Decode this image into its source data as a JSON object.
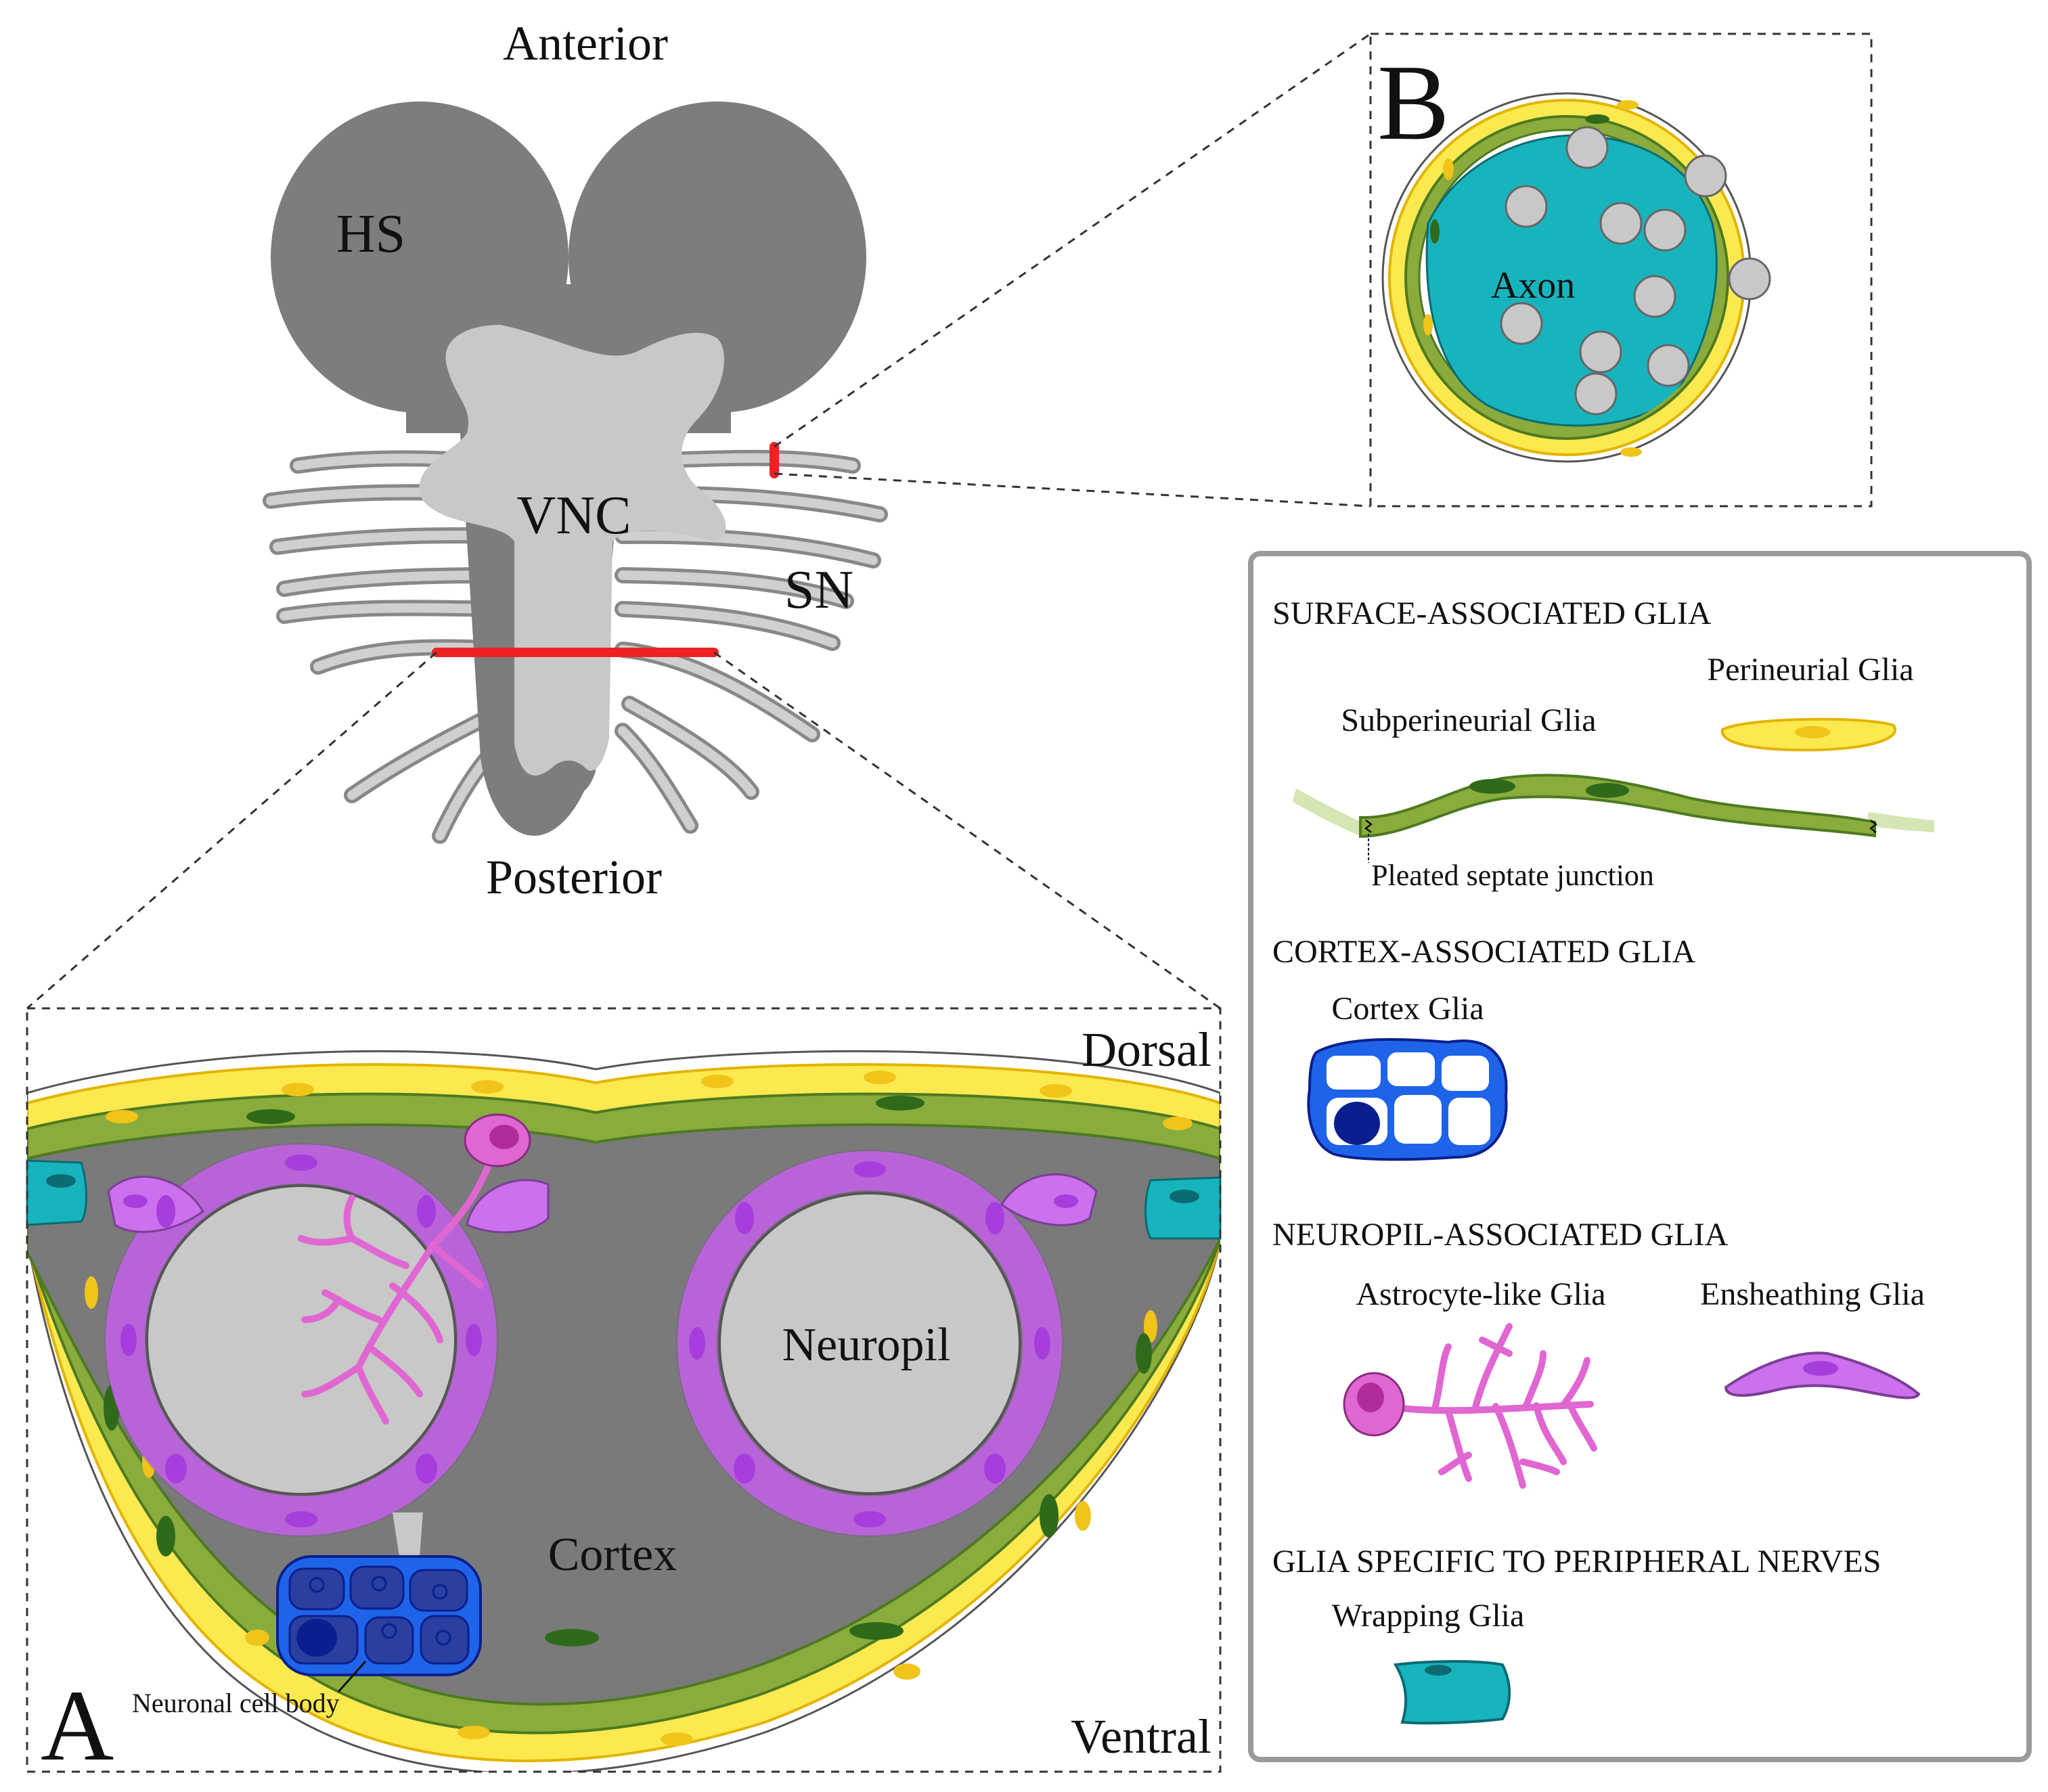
{
  "overview": {
    "anterior": "Anterior",
    "posterior": "Posterior",
    "hs": "HS",
    "vnc": "VNC",
    "sn": "SN"
  },
  "panel_a": {
    "letter": "A",
    "dorsal": "Dorsal",
    "ventral": "Ventral",
    "neuropil": "Neuropil",
    "cortex": "Cortex",
    "neuronal_cell_body": "Neuronal cell body"
  },
  "panel_b": {
    "letter": "B",
    "axon": "Axon"
  },
  "legend": {
    "surface_header": "SURFACE-ASSOCIATED GLIA",
    "perineurial": "Perineurial Glia",
    "subperineurial": "Subperineurial Glia",
    "pleated": "Pleated septate junction",
    "cortex_header": "CORTEX-ASSOCIATED GLIA",
    "cortex_glia": "Cortex Glia",
    "neuropil_header": "NEUROPIL-ASSOCIATED GLIA",
    "astrocyte": "Astrocyte-like Glia",
    "ensheathing": "Ensheathing Glia",
    "peripheral_header": "GLIA SPECIFIC TO PERIPHERAL NERVES",
    "wrapping": "Wrapping Glia"
  },
  "colors": {
    "brain_dark": "#7d7d7d",
    "brain_light": "#c8c8c8",
    "nerve": "#c9c9c9",
    "highlight": "#ee2222",
    "perineurial": "#fce94f",
    "perineurial_nucleus": "#f0c419",
    "subperineurial": "#8aac3c",
    "subperineurial_nucleus": "#2f6a1b",
    "cortex_glia": "#1f64e8",
    "cortex_glia_nucleus": "#0a1f8f",
    "ensheathing": "#cc70ee",
    "ensheathing_nucleus": "#a63ddc",
    "astrocyte": "#e067d2",
    "astrocyte_nucleus": "#b02c9a",
    "wrapping": "#18b4bd",
    "wrapping_nucleus": "#0c6b72"
  }
}
